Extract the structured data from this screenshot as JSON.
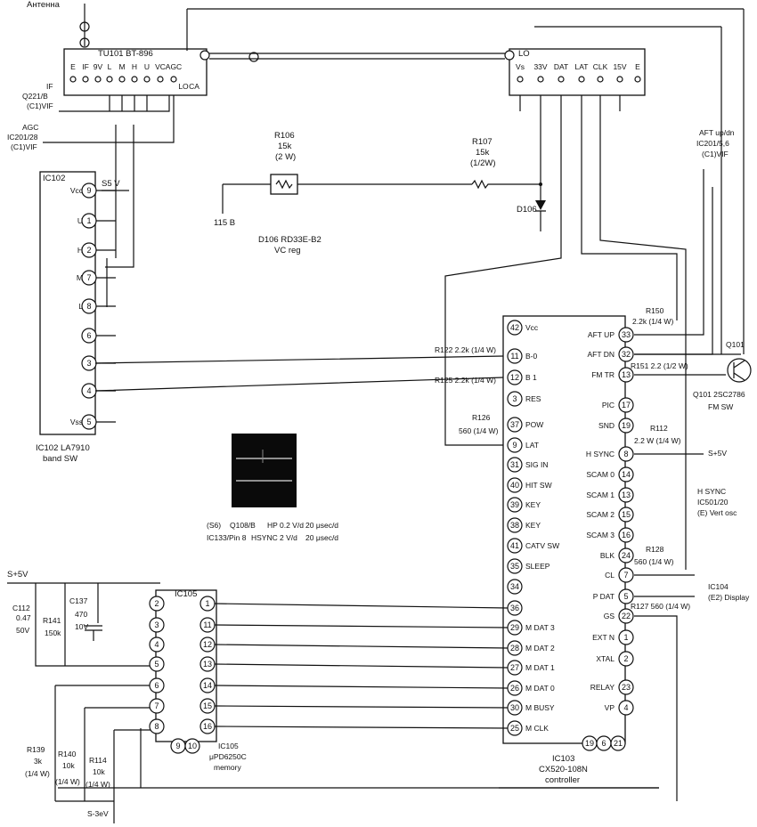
{
  "antenna": "Антенна",
  "tuner": {
    "name": "TU101 BT-896",
    "pins": [
      "E",
      "IF",
      "9V",
      "L",
      "M",
      "H",
      "U",
      "VC",
      "AGC",
      "LO",
      "CA"
    ],
    "right_pins": [
      "LO",
      "Vs",
      "33V",
      "DAT",
      "LAT",
      "CLK",
      "15V",
      "E"
    ]
  },
  "labels": {
    "if_q221": [
      "IF",
      "Q221/B",
      "(C1)VIF"
    ],
    "agc_ic201": [
      "AGC",
      "IC201/28",
      "(C1)VIF"
    ],
    "aft": [
      "AFT up/dn",
      "IC201/5,6",
      "(C1)VIF"
    ],
    "hsync": [
      "H SYNC",
      "IC501/20",
      "(E) Vert osc"
    ],
    "ic104": [
      "IC104",
      "(E2) Display"
    ],
    "supply_5v": "S+5V",
    "supply_5v_b": "S+5V",
    "supply_3v": "S-3eV",
    "b115": "115 B"
  },
  "ic102": {
    "name": "IC102",
    "caption": [
      "IC102 LA7910",
      "band SW"
    ],
    "s5v": "S5 V",
    "pins": [
      {
        "label": "Vcc",
        "num": "9"
      },
      {
        "label": "U",
        "num": "1"
      },
      {
        "label": "H",
        "num": "2"
      },
      {
        "label": "M",
        "num": "7"
      },
      {
        "label": "L",
        "num": "8"
      },
      {
        "label": "",
        "num": "6"
      },
      {
        "label": "",
        "num": "3"
      },
      {
        "label": "",
        "num": "4"
      },
      {
        "label": "Vss",
        "num": "5"
      }
    ]
  },
  "r106": [
    "R106",
    "15k",
    "(2 W)"
  ],
  "r107": [
    "R107",
    "15k",
    "(1/2W)"
  ],
  "d106": {
    "name": "D106",
    "desc": [
      "D106 RD33E-B2",
      "VC reg"
    ]
  },
  "ic103": {
    "caption": [
      "IC103",
      "CX520-108N",
      "controller"
    ],
    "left_pins": [
      {
        "num": "42",
        "label": "Vcc"
      },
      {
        "num": "11",
        "label": "B-0"
      },
      {
        "num": "12",
        "label": "B 1"
      },
      {
        "num": "3",
        "label": "RES"
      },
      {
        "num": "37",
        "label": "POW"
      },
      {
        "num": "9",
        "label": "LAT"
      },
      {
        "num": "31",
        "label": "SIG IN"
      },
      {
        "num": "40",
        "label": "HIT SW"
      },
      {
        "num": "39",
        "label": "KEY"
      },
      {
        "num": "38",
        "label": "KEY"
      },
      {
        "num": "41",
        "label": "CATV SW"
      },
      {
        "num": "35",
        "label": "SLEEP"
      },
      {
        "num": "34",
        "label": ""
      },
      {
        "num": "36",
        "label": ""
      },
      {
        "num": "29",
        "label": "M DAT 3"
      },
      {
        "num": "28",
        "label": "M DAT 2"
      },
      {
        "num": "27",
        "label": "M DAT 1"
      },
      {
        "num": "26",
        "label": "M DAT 0"
      },
      {
        "num": "30",
        "label": "M BUSY"
      },
      {
        "num": "25",
        "label": "M CLK"
      }
    ],
    "right_pins": [
      {
        "num": "33",
        "label": "AFT UP"
      },
      {
        "num": "32",
        "label": "AFT DN"
      },
      {
        "num": "13",
        "label": "FM TR"
      },
      {
        "num": "17",
        "label": "PIC"
      },
      {
        "num": "19",
        "label": "SND"
      },
      {
        "num": "8",
        "label": "H SYNC"
      },
      {
        "num": "14",
        "label": "SCAM 0"
      },
      {
        "num": "13",
        "label": "SCAM 1"
      },
      {
        "num": "15",
        "label": "SCAM 2"
      },
      {
        "num": "16",
        "label": "SCAM 3"
      },
      {
        "num": "24",
        "label": "BLK"
      },
      {
        "num": "7",
        "label": "CL"
      },
      {
        "num": "5",
        "label": "P DAT"
      },
      {
        "num": "22",
        "label": "GS"
      },
      {
        "num": "1",
        "label": "EXT N"
      },
      {
        "num": "2",
        "label": "XTAL"
      },
      {
        "num": "23",
        "label": "RELAY"
      },
      {
        "num": "4",
        "label": "VP"
      }
    ],
    "bottom_pins": [
      "19",
      "6",
      "21"
    ]
  },
  "resistors": {
    "r122": "R122 2.2k (1/4 W)",
    "r125": "R125 2.2k (1/4 W)",
    "r126a": [
      "R126",
      "560 (1/4 W)"
    ],
    "r150": [
      "R150",
      "2.2k (1/4 W)"
    ],
    "r151": "R151 2.2 (1/2 W)",
    "r112": [
      "R112",
      "2.2 W (1/4 W)"
    ],
    "r128": [
      "R128",
      "560 (1/4 W)"
    ],
    "r127": "R127 560 (1/4 W)",
    "r139": [
      "R139",
      "3k",
      "(1/4 W)"
    ],
    "r140": [
      "R140",
      "10k",
      "(1/4 W)"
    ],
    "r114": [
      "R114",
      "10k",
      "(1/4 W)"
    ],
    "r141": [
      "R141",
      "150k"
    ]
  },
  "q101": {
    "name": "Q101",
    "desc": [
      "Q101 2SC2786",
      "FM SW"
    ]
  },
  "scope": {
    "row1": [
      "(S6)",
      "Q108/B",
      "HP",
      "0.2 V/d",
      "20 μsec/d"
    ],
    "row2": [
      "IC133/Pin 8",
      "HSYNC",
      "2 V/d",
      "20 μsec/d"
    ]
  },
  "caps": {
    "c112": [
      "C112",
      "0.47",
      "50V"
    ],
    "c137": [
      "C137",
      "470",
      "10V"
    ]
  },
  "ic105": {
    "name": "IC105",
    "caption": [
      "IC105",
      "μPD6250C",
      "memory"
    ],
    "left_pins": [
      "2",
      "3",
      "4",
      "5",
      "6",
      "7",
      "8"
    ],
    "right_pins": [
      "1",
      "11",
      "12",
      "13",
      "14",
      "15",
      "16"
    ],
    "bottom_pins": [
      "9",
      "10"
    ]
  }
}
